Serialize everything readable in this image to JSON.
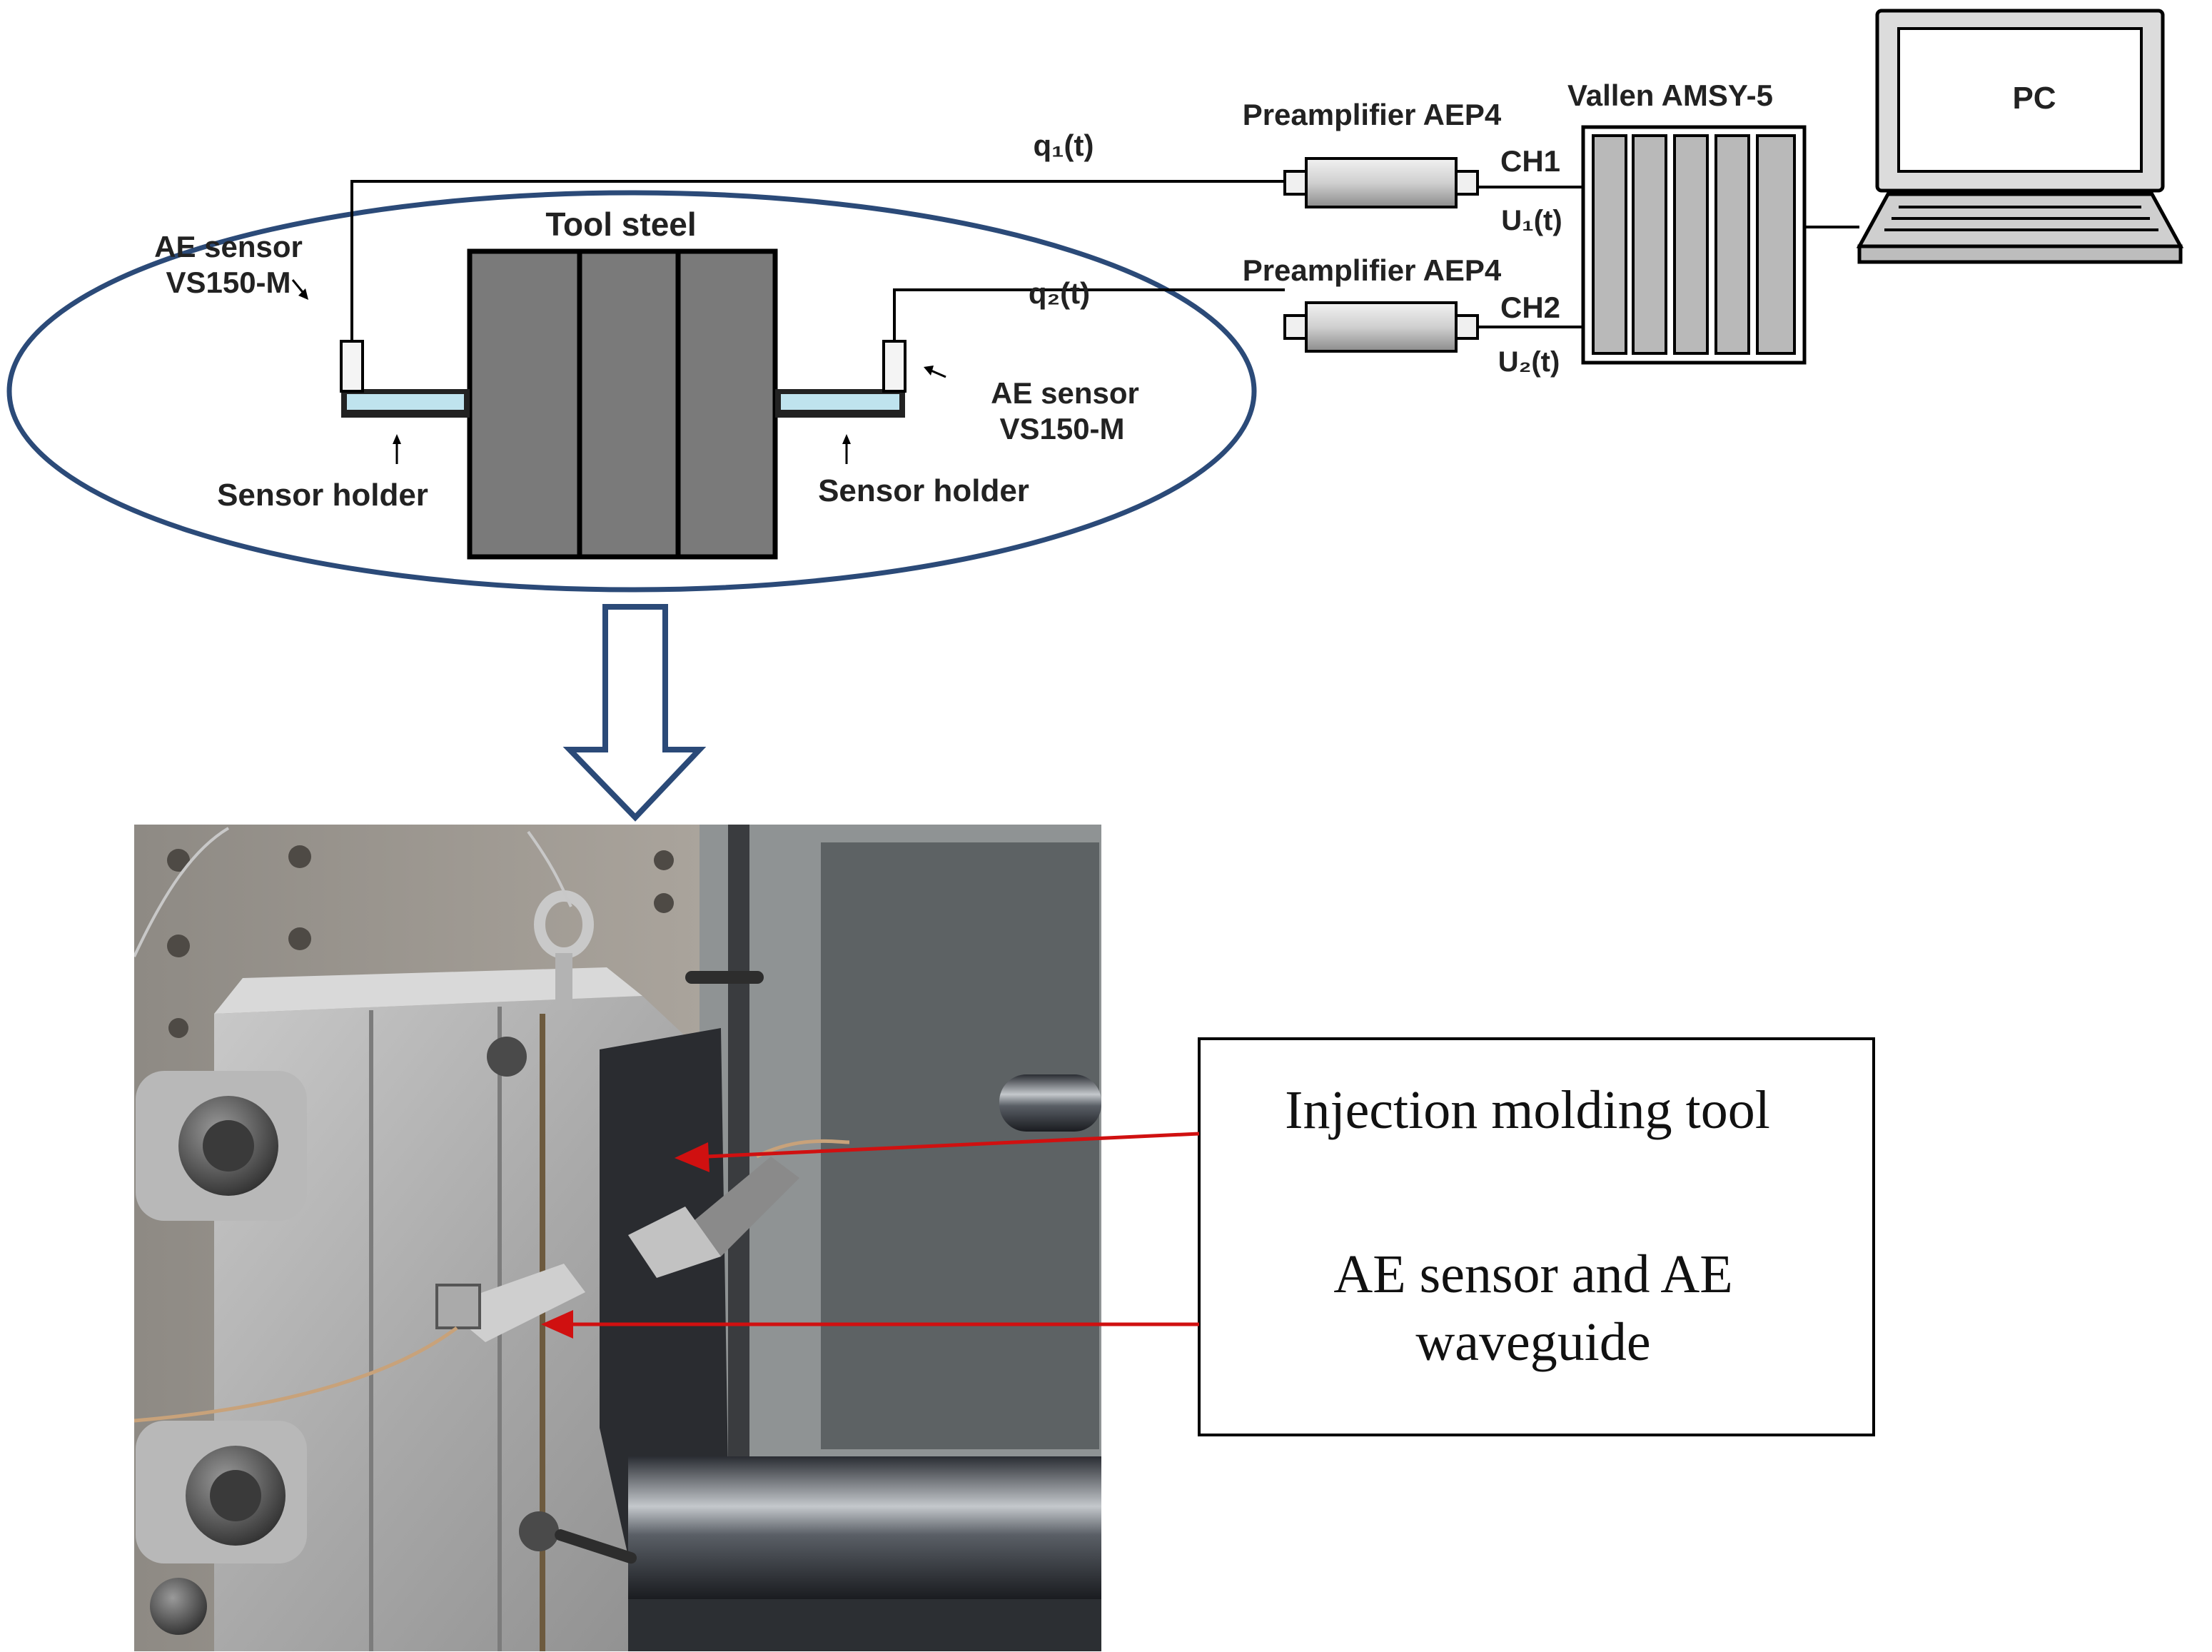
{
  "schematic": {
    "signal_q1": "q₁(t)",
    "signal_q2": "q₂(t)",
    "preamp_top": "Preamplifier AEP4",
    "preamp_bottom": "Preamplifier AEP4",
    "system_label": "Vallen AMSY-5",
    "pc_label": "PC",
    "ch1": "CH1",
    "ch2": "CH2",
    "u1": "U₁(t)",
    "u2": "U₂(t)",
    "tool_label": "Tool steel",
    "sensor_left_line1": "AE sensor",
    "sensor_left_line2": "VS150-M",
    "sensor_right_line1": "AE sensor",
    "sensor_right_line2": "VS150-M",
    "holder_left": "Sensor holder",
    "holder_right": "Sensor holder"
  },
  "photo": {
    "callout_top": "Injection molding tool",
    "callout_bottom_line1": "AE sensor and AE",
    "callout_bottom_line2": "waveguide"
  },
  "colors": {
    "ellipse_outline": "#2b4a78",
    "steel_block": "#7a7a7a",
    "sensor_holder": "#bfe3ee",
    "arrow_red": "#d01010"
  }
}
